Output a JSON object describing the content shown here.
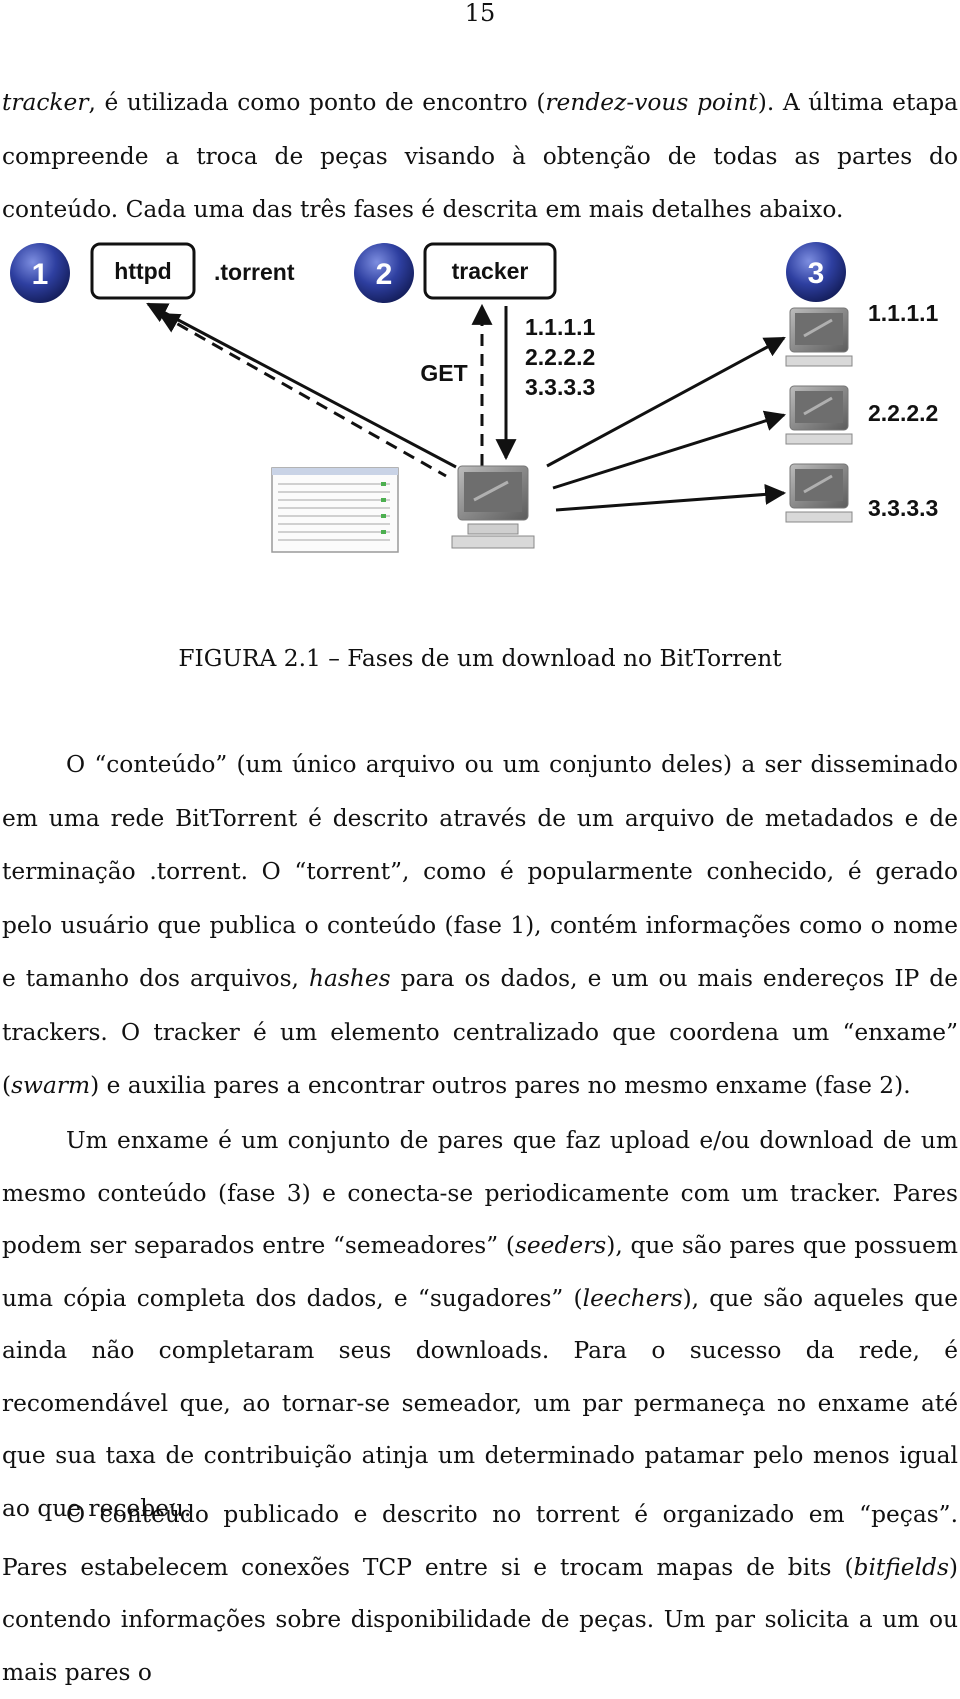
{
  "page_number": "15",
  "intro": {
    "t1": "tracker",
    "t2": ", é utilizada como ponto de encontro (",
    "t3": "rendez-vous point",
    "t4": "). A última etapa compreende a troca de peças visando à obtenção de todas as partes do conteúdo. Cada uma das três fases é descrita em mais detalhes abaixo."
  },
  "figure": {
    "phase_labels": [
      "1",
      "2",
      "3"
    ],
    "httpd_label": "httpd",
    "torrent_label": ".torrent",
    "tracker_label": "tracker",
    "get_label": "GET",
    "tracker_ips": [
      "1.1.1.1",
      "2.2.2.2",
      "3.3.3.3"
    ],
    "peer_ips": [
      "1.1.1.1",
      "2.2.2.2",
      "3.3.3.3"
    ],
    "colors": {
      "badge": "#2b3a8f",
      "badge_highlight": "#6f7fd0",
      "line": "#111111"
    }
  },
  "caption": "FIGURA 2.1 – Fases de um download no BitTorrent",
  "p1": {
    "t1": "O “conteúdo” (um único arquivo ou um conjunto deles) a ser disseminado em uma rede BitTorrent é descrito através de um arquivo de metadados e de terminação .torrent. O “torrent”, como é popularmente conhecido, é gerado pelo usuário que publica o conteúdo (fase 1), contém informações como o nome e tamanho dos arquivos, ",
    "t2": "hashes",
    "t3": " para os dados, e um ou mais endereços IP de trackers. O tracker é um elemento centralizado que coordena um “enxame” (",
    "t4": "swarm",
    "t5": ") e auxilia pares a encontrar outros pares no mesmo enxame (fase 2)."
  },
  "p2": {
    "t1": "Um enxame é um conjunto de pares que faz upload e/ou download de um mesmo conteúdo (fase 3) e conecta-se periodicamente com um tracker. Pares podem ser separados entre “semeadores” (",
    "t2": "seeders",
    "t3": "), que são pares que possuem uma cópia completa dos dados, e “sugadores” (",
    "t4": "leechers",
    "t5": "), que são aqueles que ainda não completaram seus downloads. Para o sucesso da rede, é recomendável que, ao tornar-se semeador, um par permaneça no enxame até que sua taxa de contribuição atinja um determinado patamar pelo menos igual ao que recebeu."
  },
  "p3": {
    "t1": "O conteúdo publicado e descrito no torrent é organizado em “peças”. Pares estabelecem conexões TCP entre si e trocam mapas de bits (",
    "t2": "bitfields",
    "t3": ") contendo informações sobre disponibilidade de peças. Um par solicita a um ou mais pares o"
  }
}
